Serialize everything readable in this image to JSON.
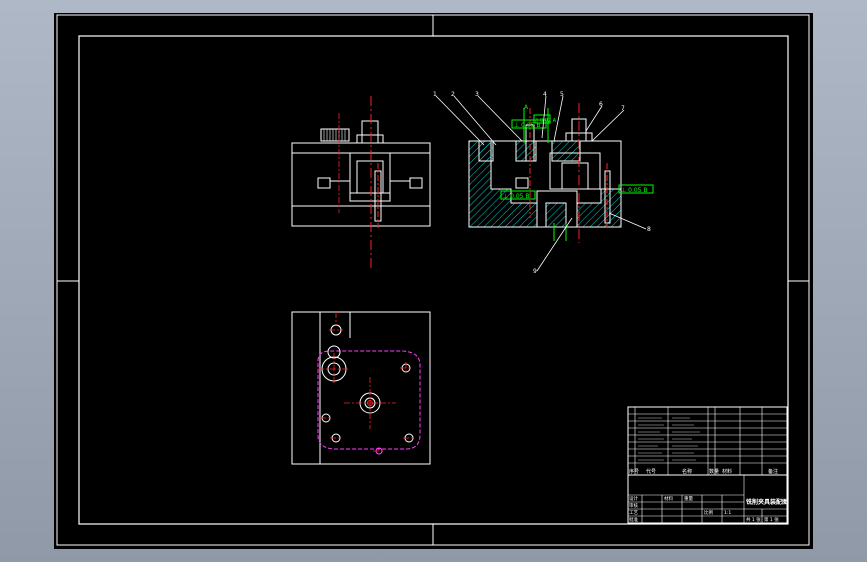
{
  "drawing": {
    "title": "铣削夹具装配图",
    "annotations": {
      "perpendicularity_1": "⊥ 0.05 B",
      "perpendicularity_2": "⊥ 0.05 B",
      "perpendicularity_3": "⊥ 0.05 B",
      "parallelism": "// 0.02 A",
      "datum_a": "A"
    },
    "balloons": [
      "1",
      "2",
      "3",
      "4",
      "5",
      "6",
      "7",
      "8",
      "9"
    ],
    "title_block": {
      "designer_label": "设计",
      "check_label": "审核",
      "process_label": "工艺",
      "approve_label": "批准",
      "scale_label": "比例",
      "scale_value": "1:1",
      "sheet_label": "共 1 张",
      "sheet_no": "第 1 张",
      "material_label": "材料",
      "weight_label": "重量"
    },
    "bom_header": {
      "seq": "序号",
      "code": "代号",
      "name": "名称",
      "qty": "数量",
      "material": "材料",
      "note": "备注"
    },
    "colors": {
      "line": "#ffffff",
      "center": "#ff2020",
      "hidden": "#ff40ff",
      "hatch": "#00cccc",
      "dim": "#00ff00",
      "leader": "#ffffff"
    }
  }
}
